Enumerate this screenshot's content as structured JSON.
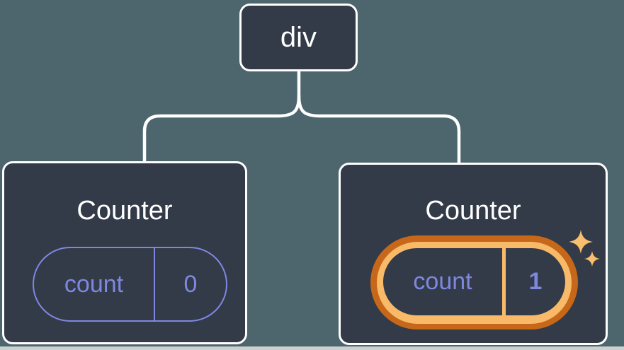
{
  "tree": {
    "root": {
      "label": "div"
    },
    "children": [
      {
        "title": "Counter",
        "state": {
          "key": "count",
          "value": "0"
        },
        "highlighted": false
      },
      {
        "title": "Counter",
        "state": {
          "key": "count",
          "value": "1"
        },
        "highlighted": true
      }
    ]
  },
  "icons": {
    "sparkles": "sparkles-icon"
  },
  "colors": {
    "background": "#4d656d",
    "node-bg": "#333a48",
    "node-border": "#ffffff",
    "connector": "#ffffff",
    "title-text": "#ffffff",
    "state-purple": "#7e88e0",
    "highlight-orange-dark": "#c6671a",
    "highlight-orange-light": "#f8ba69",
    "sparkle-gold": "#f8c06e"
  }
}
